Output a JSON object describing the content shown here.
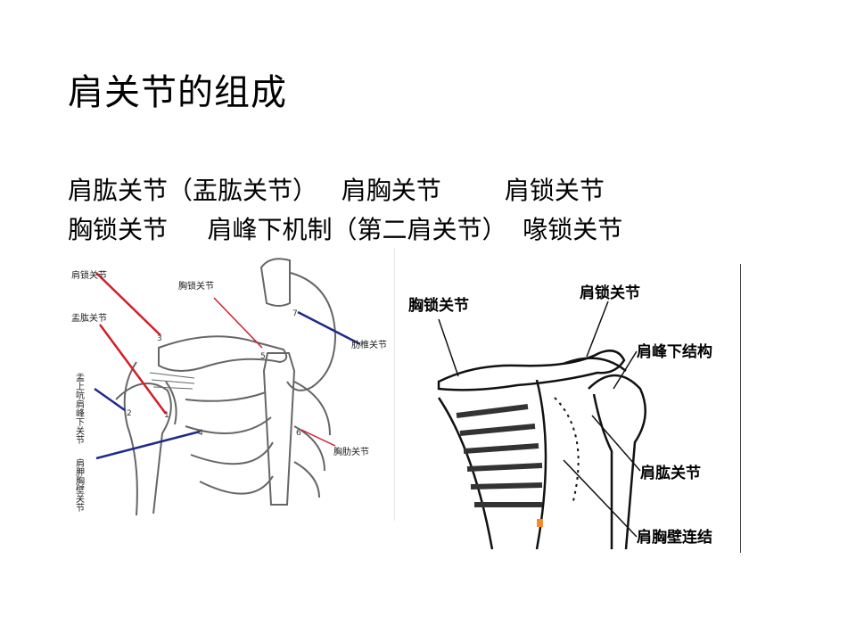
{
  "slide": {
    "title": "肩关节的组成",
    "line1": "肩肱关节（盂肱关节）   肩胸关节        肩锁关节",
    "line2": "胸锁关节     肩峰下机制（第二肩关节）  喙锁关节"
  },
  "left_figure": {
    "labels": {
      "acromioclavicular": "肩锁关节",
      "glenohumeral": "盂肱关节",
      "subacromial": "盂上吭肩峰下关节",
      "scapulothoracic": "肩胛胸壁关节",
      "sternoclavicular": "胸锁关节",
      "costovertebral": "肋椎关节",
      "sternocostal": "胸肋关节"
    },
    "numbers": [
      "1",
      "2",
      "3",
      "4",
      "5",
      "6",
      "7"
    ],
    "colors": {
      "red": "#d11f2a",
      "blue": "#1f2a8c"
    }
  },
  "right_figure": {
    "labels": {
      "sternoclavicular": "胸锁关节",
      "acromioclavicular": "肩锁关节",
      "subacromial": "肩峰下结构",
      "glenohumeral": "肩肱关节",
      "scapulothoracic": "肩胸壁连结"
    }
  },
  "accent_marker_color": "#f28c28"
}
